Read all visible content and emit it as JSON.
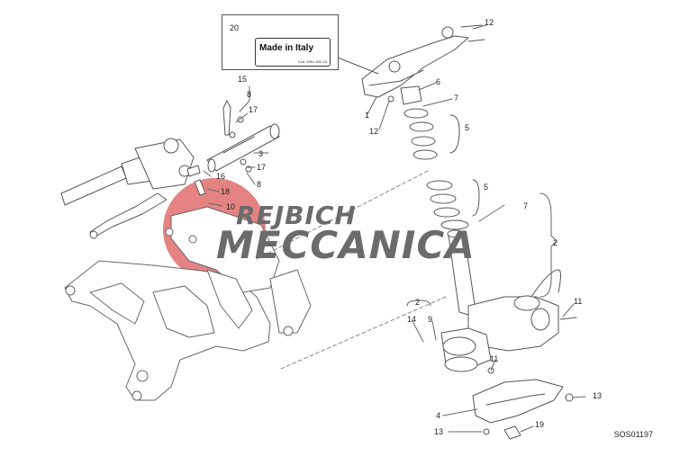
{
  "title_plate": {
    "callout": "20",
    "text": "Made in Italy",
    "code": "Cod. 4851.481.1A"
  },
  "watermark": {
    "line1": "REJBICH",
    "line2": "MECCANICA",
    "colors": {
      "circle": "#e06d6d",
      "text": "#6b6b6b"
    }
  },
  "reference": "SOS01197",
  "callouts": {
    "c1": "1",
    "c2a": "2",
    "c2b": "2",
    "c3": "3",
    "c4": "4",
    "c5a": "5",
    "c5b": "5",
    "c6": "6",
    "c7a": "7",
    "c7b": "7",
    "c8a": "8",
    "c8b": "8",
    "c9": "9",
    "c10": "10",
    "c11a": "11",
    "c11b": "11",
    "c12a": "12",
    "c12b": "12",
    "c13a": "13",
    "c13b": "13",
    "c14": "14",
    "c15": "15",
    "c16": "16",
    "c17a": "17",
    "c17b": "17",
    "c18": "18",
    "c19": "19"
  }
}
